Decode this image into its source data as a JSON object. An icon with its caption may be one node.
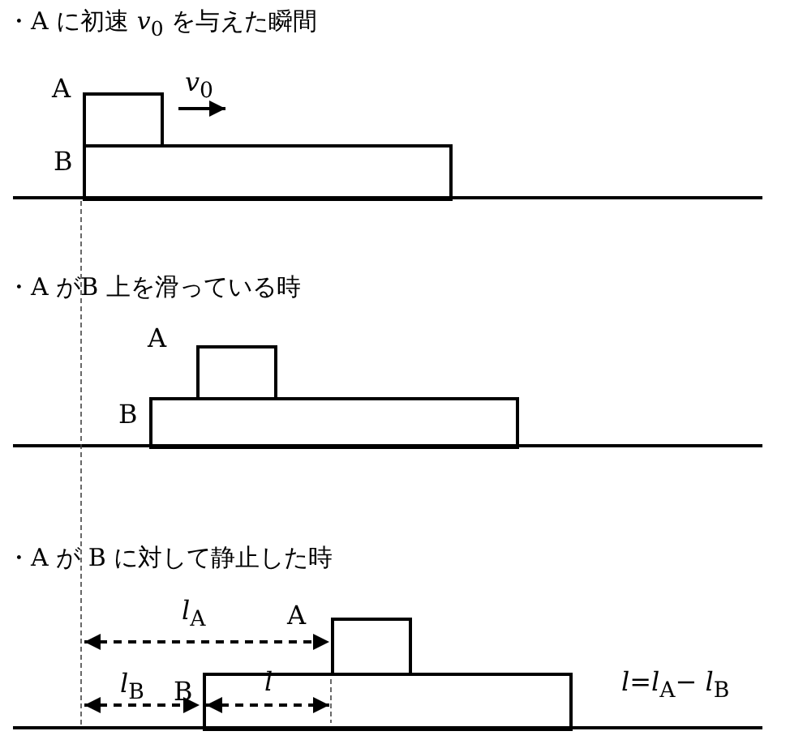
{
  "diagram": {
    "nodes": [
      {
        "text": [
          "A"
        ]
      },
      {
        "text": [
          "B"
        ]
      },
      {
        "text": [
          "A"
        ]
      },
      {
        "text": [
          "B"
        ]
      },
      {
        "text": [
          "A"
        ]
      },
      {
        "text": [
          "B"
        ]
      }
    ],
    "edges": [],
    "labels": [
      "・A に初速 *v*$_{0}$ を与えた瞬間",
      "*v*$_{0}$",
      "・A がB 上を滑っている時",
      "・A が B に対して静止した時",
      "*l*$_{A}$",
      "*l*$_{B}$",
      "l",
      "*l*=*l*$_{A}$− *l*$_{B}$"
    ]
  }
}
